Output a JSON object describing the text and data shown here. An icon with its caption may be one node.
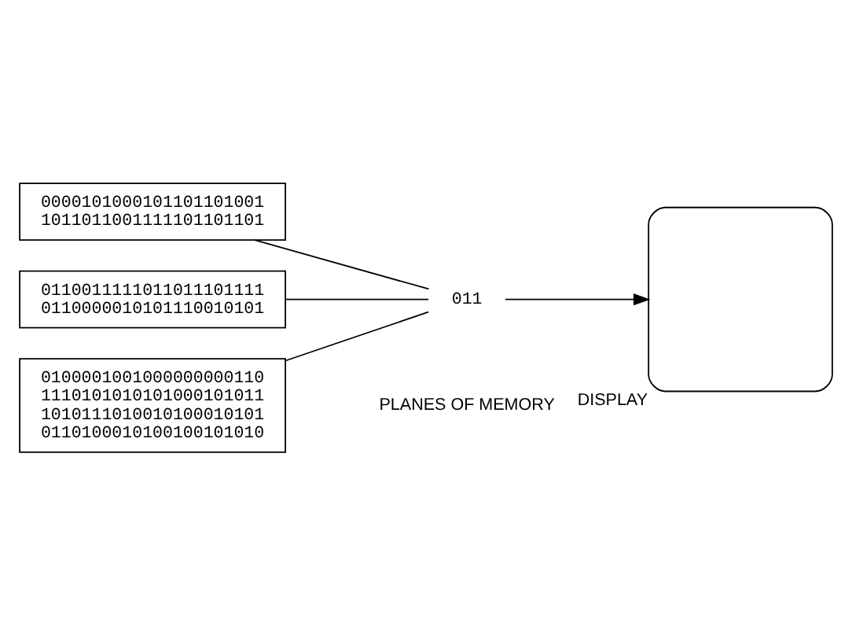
{
  "diagram": {
    "nodes": [
      {
        "text": [
          "0000101000101101101001",
          "1011011001111101101101"
        ]
      },
      {
        "text": [
          "0110011111011011101111",
          "0110000010101110010101"
        ]
      },
      {
        "text": [
          "0100001001000000000110",
          "1110101010101000101011",
          "1010111010010100010101",
          "0110100010100100101010"
        ]
      },
      {
        "text": [
          "011"
        ]
      },
      {
        "text": [],
        "shape": "box",
        "beside": [
          "DISPLAY"
        ]
      }
    ],
    "edges": [
      {
        "from": 0,
        "to": 3,
        "arrow": "none"
      },
      {
        "from": 1,
        "to": 3,
        "arrow": "none"
      },
      {
        "from": 2,
        "to": 3,
        "arrow": "none"
      },
      {
        "from": 3,
        "to": 4,
        "arrow": "to"
      }
    ],
    "labels": [
      "PLANES OF MEMORY"
    ]
  }
}
